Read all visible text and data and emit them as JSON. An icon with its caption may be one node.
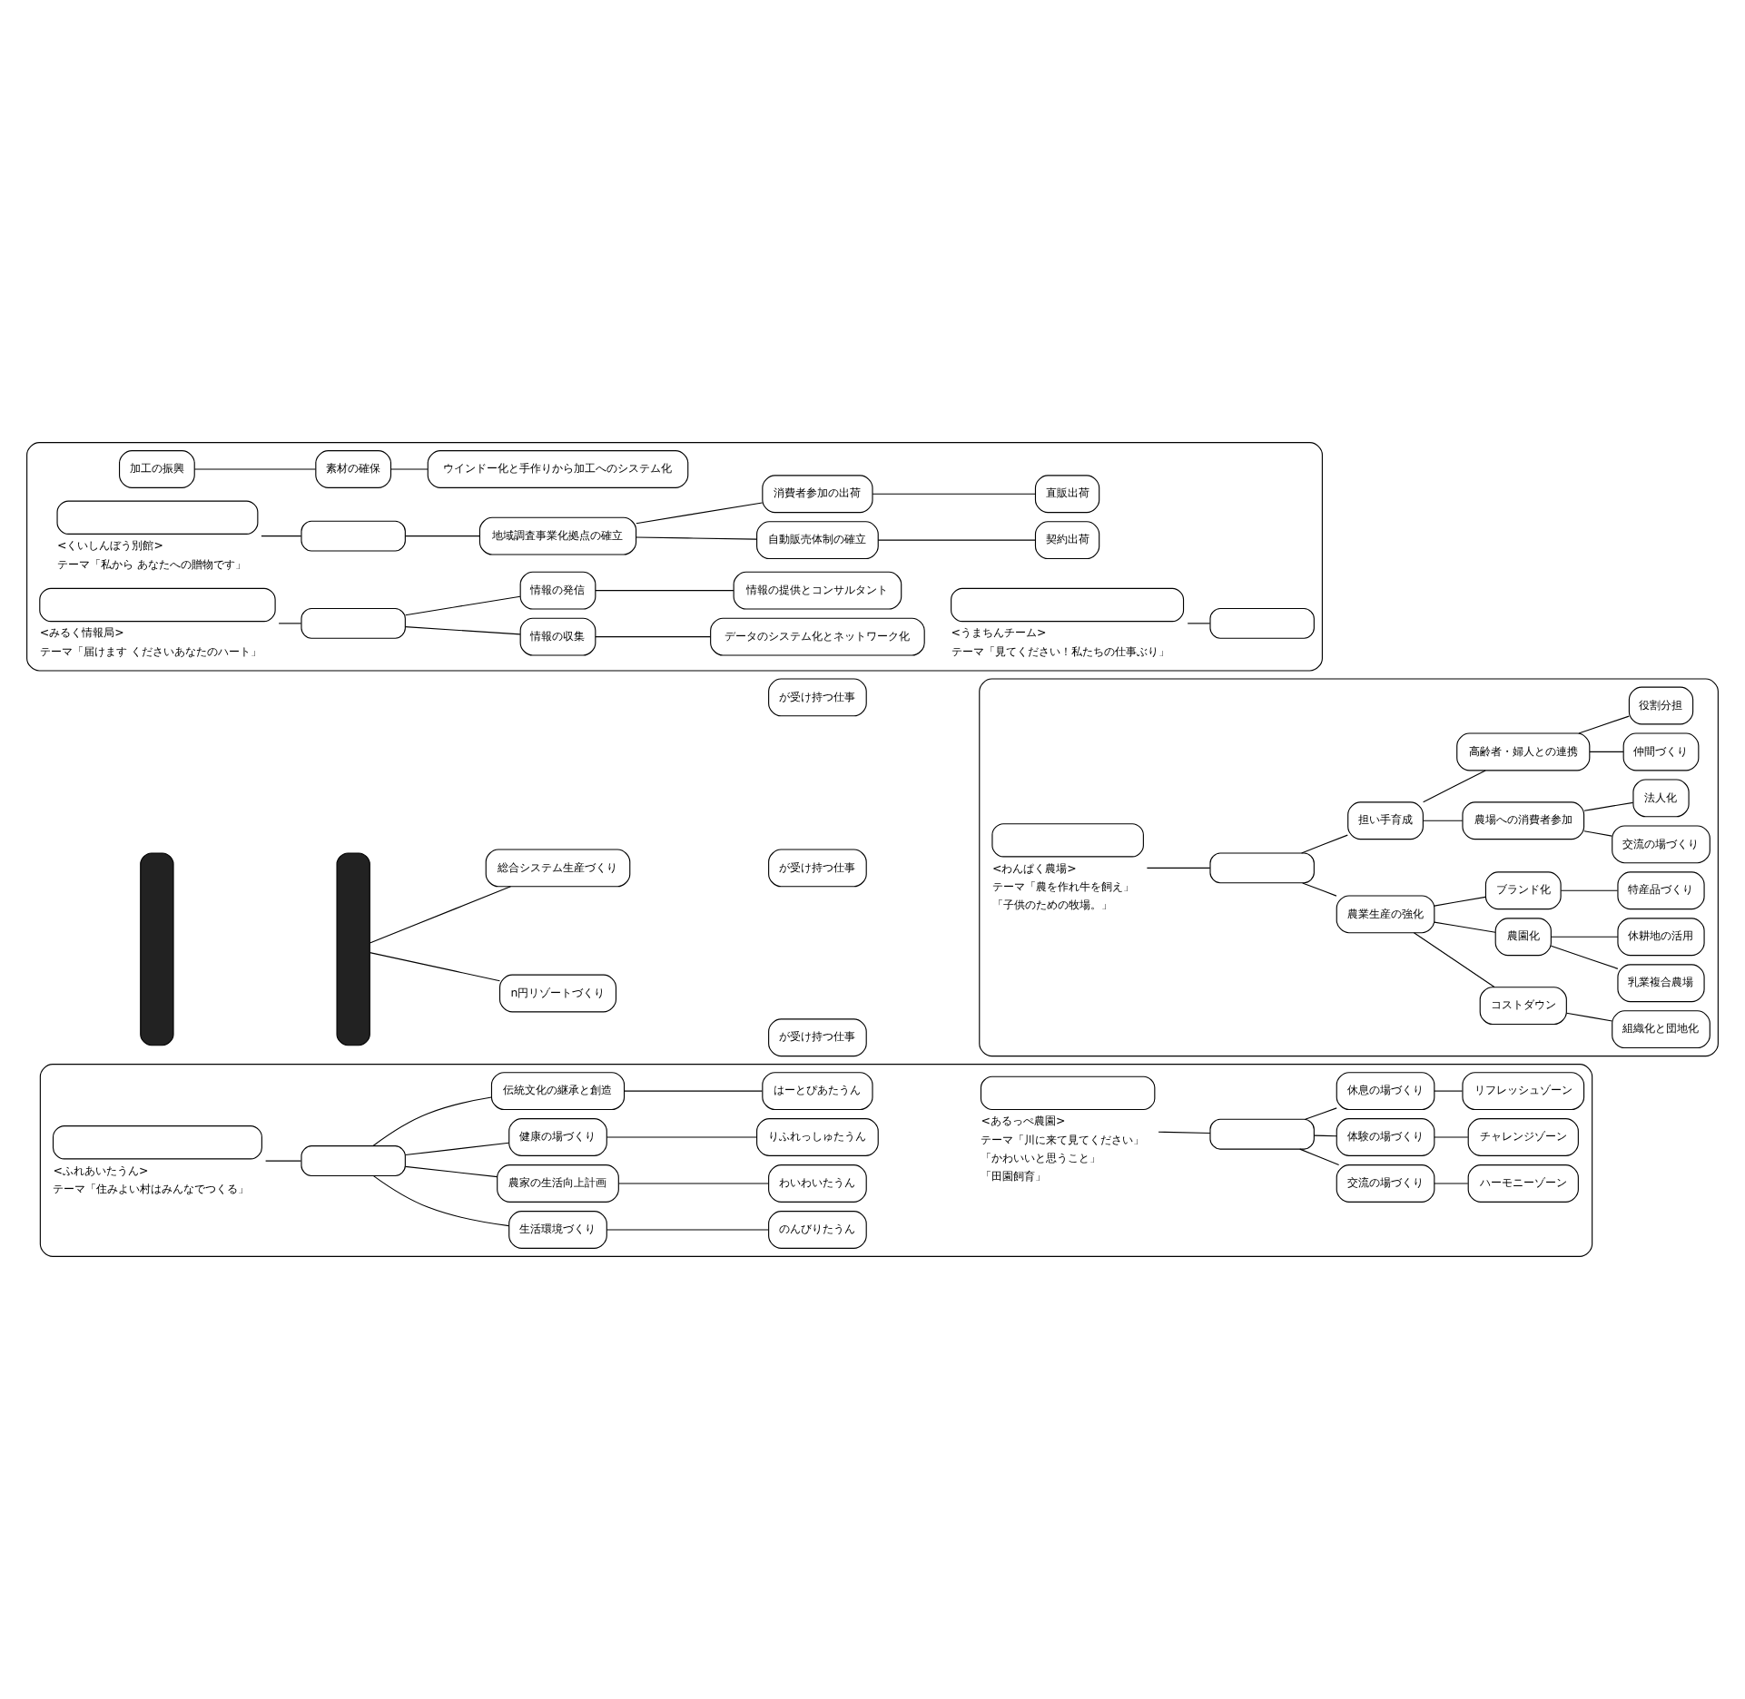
{
  "diagram": {
    "nodes": [
      {
        "text": [],
        "shape": "box"
      },
      {
        "text": [],
        "shape": "box"
      },
      {
        "text": [
          "総合システム生産づくり"
        ]
      },
      {
        "text": [
          "n円リゾートづくり"
        ]
      },
      {
        "text": [
          "が受け持つ仕事"
        ]
      },
      {
        "text": [],
        "shape": "box"
      },
      {
        "text": [],
        "shape": "box",
        "in": 5,
        "beside": [
          "<わんぱく農場>",
          "テーマ「農を作れ牛を飼え」",
          "「子供のための牧場。」"
        ]
      },
      {
        "text": [],
        "shape": "box",
        "in": 5
      },
      {
        "text": [
          "農業生産の強化"
        ],
        "in": 5
      },
      {
        "text": [
          "コストダウン"
        ],
        "in": 5
      },
      {
        "text": [
          "組織化と団地化"
        ],
        "in": 5
      },
      {
        "text": [
          "農園化"
        ],
        "in": 5
      },
      {
        "text": [
          "乳業複合農場"
        ],
        "in": 5
      },
      {
        "text": [
          "休耕地の活用"
        ],
        "in": 5
      },
      {
        "text": [
          "ブランド化"
        ],
        "in": 5
      },
      {
        "text": [
          "特産品づくり"
        ],
        "in": 5
      },
      {
        "text": [
          "担い手育成"
        ],
        "in": 5
      },
      {
        "text": [
          "農場への消費者参加"
        ],
        "in": 5
      },
      {
        "text": [
          "交流の場づくり"
        ],
        "in": 5
      },
      {
        "text": [
          "法人化"
        ],
        "in": 5
      },
      {
        "text": [
          "高齢者・婦人との連携"
        ],
        "in": 5
      },
      {
        "text": [
          "仲間づくり"
        ],
        "in": 5
      },
      {
        "text": [
          "役割分担"
        ],
        "in": 5
      },
      {
        "text": [
          "が受け持つ仕事"
        ]
      },
      {
        "text": [],
        "shape": "box"
      },
      {
        "text": [],
        "shape": "box",
        "in": 24,
        "beside": [
          "<うまちんチーム>",
          "テーマ「見てください！私たちの仕事ぶり」"
        ]
      },
      {
        "text": [],
        "shape": "box",
        "in": 24
      },
      {
        "text": [
          "加工の振興"
        ],
        "in": 24
      },
      {
        "text": [
          "素材の確保"
        ],
        "in": 24
      },
      {
        "text": [
          "ウインドー化と手作りから加工へのシステム化"
        ],
        "in": 24
      },
      {
        "text": [],
        "shape": "box",
        "in": 24,
        "beside": [
          "<くいしんぼう別館>",
          "テーマ「私から あなたへの贈物です」"
        ]
      },
      {
        "text": [],
        "shape": "box",
        "in": 24
      },
      {
        "text": [
          "地域調査事業化拠点の確立"
        ],
        "in": 24
      },
      {
        "text": [
          "自動販売体制の確立"
        ],
        "in": 24
      },
      {
        "text": [
          "契約出荷"
        ],
        "in": 24
      },
      {
        "text": [
          "消費者参加の出荷"
        ],
        "in": 24
      },
      {
        "text": [
          "直販出荷"
        ],
        "in": 24
      },
      {
        "text": [],
        "shape": "box",
        "in": 24,
        "beside": [
          "<みるく情報局>",
          "テーマ「届けます くださいあなたのハート」"
        ]
      },
      {
        "text": [],
        "shape": "box",
        "in": 24
      },
      {
        "text": [
          "情報の収集"
        ],
        "in": 24
      },
      {
        "text": [
          "データのシステム化とネットワーク化"
        ],
        "in": 24
      },
      {
        "text": [
          "情報の発信"
        ],
        "in": 24
      },
      {
        "text": [
          "情報の提供とコンサルタント"
        ],
        "in": 24
      },
      {
        "text": [
          "が受け持つ仕事"
        ]
      },
      {
        "text": [],
        "shape": "box"
      },
      {
        "text": [],
        "shape": "box",
        "in": 44,
        "beside": [
          "<あるっぺ農園>",
          "テーマ「川に来て見てください」",
          "「かわいいと思うこと」",
          "「田園飼育」"
        ]
      },
      {
        "text": [],
        "shape": "box",
        "in": 44
      },
      {
        "text": [
          "交流の場づくり"
        ],
        "in": 44
      },
      {
        "text": [
          "ハーモニーゾーン"
        ],
        "in": 44
      },
      {
        "text": [
          "体験の場づくり"
        ],
        "in": 44
      },
      {
        "text": [
          "チャレンジゾーン"
        ],
        "in": 44
      },
      {
        "text": [
          "休息の場づくり"
        ],
        "in": 44
      },
      {
        "text": [
          "リフレッシュゾーン"
        ],
        "in": 44
      },
      {
        "text": [],
        "shape": "box",
        "in": 44,
        "beside": [
          "<ふれあいたうん>",
          "テーマ「住みよい村はみんなでつくる」"
        ]
      },
      {
        "text": [],
        "shape": "box",
        "in": 44
      },
      {
        "text": [
          "生活環境づくり"
        ],
        "in": 44
      },
      {
        "text": [
          "のんびりたうん"
        ],
        "in": 44
      },
      {
        "text": [
          "農家の生活向上計画"
        ],
        "in": 44
      },
      {
        "text": [
          "わいわいたうん"
        ],
        "in": 44
      },
      {
        "text": [
          "健康の場づくり"
        ],
        "in": 44
      },
      {
        "text": [
          "りふれっしゅたうん"
        ],
        "in": 44
      },
      {
        "text": [
          "伝統文化の継承と創造"
        ],
        "in": 44
      },
      {
        "text": [
          "はーとぴあたうん"
        ],
        "in": 44
      }
    ],
    "edges": [
      {
        "from": 1,
        "to": 2,
        "arrow": "none"
      },
      {
        "from": 1,
        "to": 3,
        "arrow": "none"
      },
      {
        "from": 6,
        "to": 7,
        "arrow": "none"
      },
      {
        "from": 7,
        "to": 8,
        "arrow": "none"
      },
      {
        "from": 7,
        "to": 16,
        "arrow": "none"
      },
      {
        "from": 8,
        "to": 9,
        "arrow": "none"
      },
      {
        "from": 8,
        "to": 11,
        "arrow": "none"
      },
      {
        "from": 8,
        "to": 14,
        "arrow": "none"
      },
      {
        "from": 9,
        "to": 10,
        "arrow": "none"
      },
      {
        "from": 11,
        "to": 12,
        "arrow": "none"
      },
      {
        "from": 11,
        "to": 13,
        "arrow": "none"
      },
      {
        "from": 14,
        "to": 15,
        "arrow": "none"
      },
      {
        "from": 16,
        "to": 17,
        "arrow": "none"
      },
      {
        "from": 16,
        "to": 20,
        "arrow": "none"
      },
      {
        "from": 17,
        "to": 18,
        "arrow": "none"
      },
      {
        "from": 17,
        "to": 19,
        "arrow": "none"
      },
      {
        "from": 20,
        "to": 21,
        "arrow": "none"
      },
      {
        "from": 20,
        "to": 22,
        "arrow": "none"
      },
      {
        "from": 25,
        "to": 26,
        "arrow": "none"
      },
      {
        "from": 27,
        "to": 28,
        "arrow": "none"
      },
      {
        "from": 28,
        "to": 29,
        "arrow": "none"
      },
      {
        "from": 30,
        "to": 31,
        "arrow": "none"
      },
      {
        "from": 31,
        "to": 32,
        "arrow": "none"
      },
      {
        "from": 32,
        "to": 33,
        "arrow": "none"
      },
      {
        "from": 32,
        "to": 35,
        "arrow": "none"
      },
      {
        "from": 33,
        "to": 34,
        "arrow": "none"
      },
      {
        "from": 35,
        "to": 36,
        "arrow": "none"
      },
      {
        "from": 37,
        "to": 38,
        "arrow": "none"
      },
      {
        "from": 38,
        "to": 39,
        "arrow": "none"
      },
      {
        "from": 38,
        "to": 41,
        "arrow": "none"
      },
      {
        "from": 39,
        "to": 40,
        "arrow": "none"
      },
      {
        "from": 41,
        "to": 42,
        "arrow": "none"
      },
      {
        "from": 45,
        "to": 46,
        "arrow": "none"
      },
      {
        "from": 46,
        "to": 47,
        "arrow": "none"
      },
      {
        "from": 46,
        "to": 49,
        "arrow": "none"
      },
      {
        "from": 46,
        "to": 51,
        "arrow": "none"
      },
      {
        "from": 47,
        "to": 48,
        "arrow": "none"
      },
      {
        "from": 49,
        "to": 50,
        "arrow": "none"
      },
      {
        "from": 51,
        "to": 52,
        "arrow": "none"
      },
      {
        "from": 53,
        "to": 54,
        "arrow": "none"
      },
      {
        "from": 54,
        "to": 55,
        "arrow": "none"
      },
      {
        "from": 54,
        "to": 57,
        "arrow": "none"
      },
      {
        "from": 54,
        "to": 59,
        "arrow": "none"
      },
      {
        "from": 54,
        "to": 61,
        "arrow": "none"
      },
      {
        "from": 55,
        "to": 56,
        "arrow": "none"
      },
      {
        "from": 57,
        "to": 58,
        "arrow": "none"
      },
      {
        "from": 59,
        "to": 60,
        "arrow": "none"
      },
      {
        "from": 61,
        "to": 62,
        "arrow": "none"
      }
    ]
  }
}
